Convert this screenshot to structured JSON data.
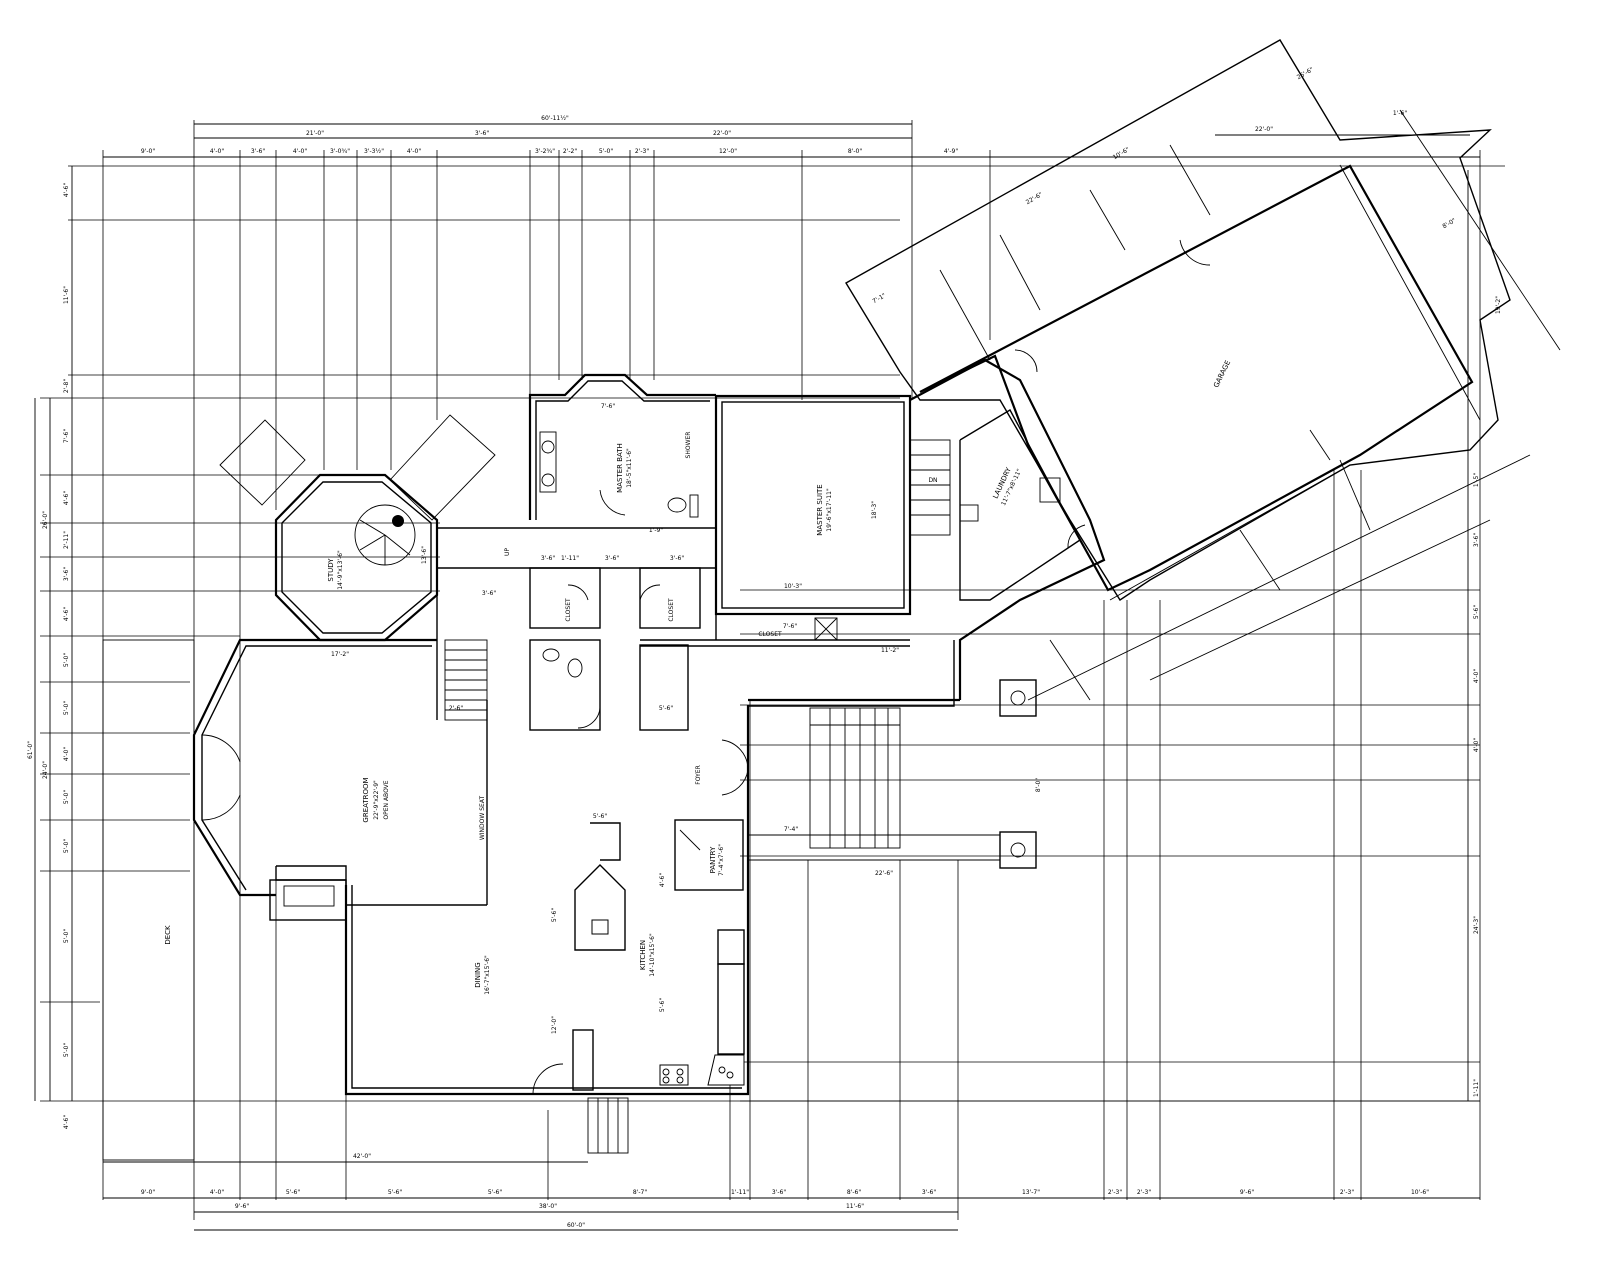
{
  "rooms": {
    "greatroom": [
      "GREATROOM",
      "22'-9\"x22'-9\"",
      "OPEN ABOVE"
    ],
    "study": [
      "STUDY",
      "14'-9\"x13'-6\""
    ],
    "master_bath": [
      "MASTER BATH",
      "18'-5\"x11'-6\""
    ],
    "master_suite": [
      "MASTER SUITE",
      "19'-6\"x17'-11\""
    ],
    "laundry": [
      "LAUNDRY",
      "11'-7\"x8'-11\""
    ],
    "garage": [
      "GARAGE"
    ],
    "dining": [
      "DINING",
      "16'-7\"x15'-6\""
    ],
    "kitchen": [
      "KITCHEN",
      "14'-10\"x15'-6\""
    ],
    "pantry": [
      "PANTRY",
      "7'-4\"x7'-6\""
    ],
    "deck": [
      "DECK"
    ],
    "foyer": [
      "FOYER"
    ],
    "closet_a": [
      "CLOSET"
    ],
    "closet_b": [
      "CLOSET"
    ],
    "closet_c": [
      "CLOSET"
    ],
    "shower": [
      "SHOWER"
    ],
    "window_seat": [
      "WINDOW SEAT"
    ],
    "up": [
      "UP"
    ],
    "dn": [
      "DN"
    ]
  },
  "dims": {
    "top_overall": "60'-11½\"",
    "top_left": "21'-0\"",
    "top_mid": "3'-6\"",
    "top_right": "22'-0\"",
    "top_row": [
      "9'-0\"",
      "4'-0\"",
      "3'-6\"",
      "4'-0\"",
      "3'-0¾\"",
      "3'-3½\"",
      "4'-0\"",
      "3'-2¾\"",
      "2'-2\"",
      "5'-0\"",
      "2'-3\"",
      "12'-0\"",
      "8'-0\"",
      "4'-9\""
    ],
    "bottom_row": [
      "9'-0\"",
      "4'-0\"",
      "5'-6\"",
      "5'-6\"",
      "5'-6\"",
      "8'-7\"",
      "1'-11\"",
      "3'-6\"",
      "8'-6\"",
      "3'-6\"",
      "13'-7\"",
      "2'-3\"",
      "2'-3\"",
      "9'-6\"",
      "2'-3\"",
      "10'-6\""
    ],
    "bottom_row2": [
      "9'-6\"",
      "38'-0\"",
      "11'-6\""
    ],
    "bottom_overall": "60'-0\"",
    "deck_width": "42'-0\"",
    "left_overall": "61'-0\"",
    "left_col": [
      "26'-0\"",
      "24'-0\""
    ],
    "left_row": [
      "4'-6\"",
      "11'-6\"",
      "2'-8\"",
      "7'-6\"",
      "4'-6\"",
      "2'-11\"",
      "3'-6\"",
      "4'-6\"",
      "5'-0\"",
      "5'-0\"",
      "4'-0\"",
      "5'-0\"",
      "5'-0\"",
      "5'-0\"",
      "5'-0\"",
      "4'-6\""
    ],
    "garage": [
      "26'-6\"",
      "22'-0\"",
      "22'-6\"",
      "7'-1\"",
      "1'-6\"",
      "10'-6\"",
      "19'-2\"",
      "8'-0\""
    ],
    "right_col": [
      "24'-3\"",
      "1'-11\"",
      "1'-5\"",
      "3'-6\"",
      "5'-6\"",
      "4'-0\"",
      "4'-0\""
    ],
    "interior": [
      "17'-2\"",
      "11'-2\"",
      "7'-6\"",
      "7'-6\"",
      "10'-3\"",
      "1'-11\"",
      "3'-6\"",
      "3'-6\"",
      "3'-6\"",
      "5'-6\"",
      "18'-3\"",
      "7'-4\"",
      "8'-0\"",
      "22'-6\"",
      "13'-6\"",
      "12'-0\"",
      "1'-9\"",
      "3'-6\"",
      "2'-6\"",
      "5'-6\"",
      "5'-6\"",
      "4'-6\"",
      "5'-6\""
    ]
  }
}
